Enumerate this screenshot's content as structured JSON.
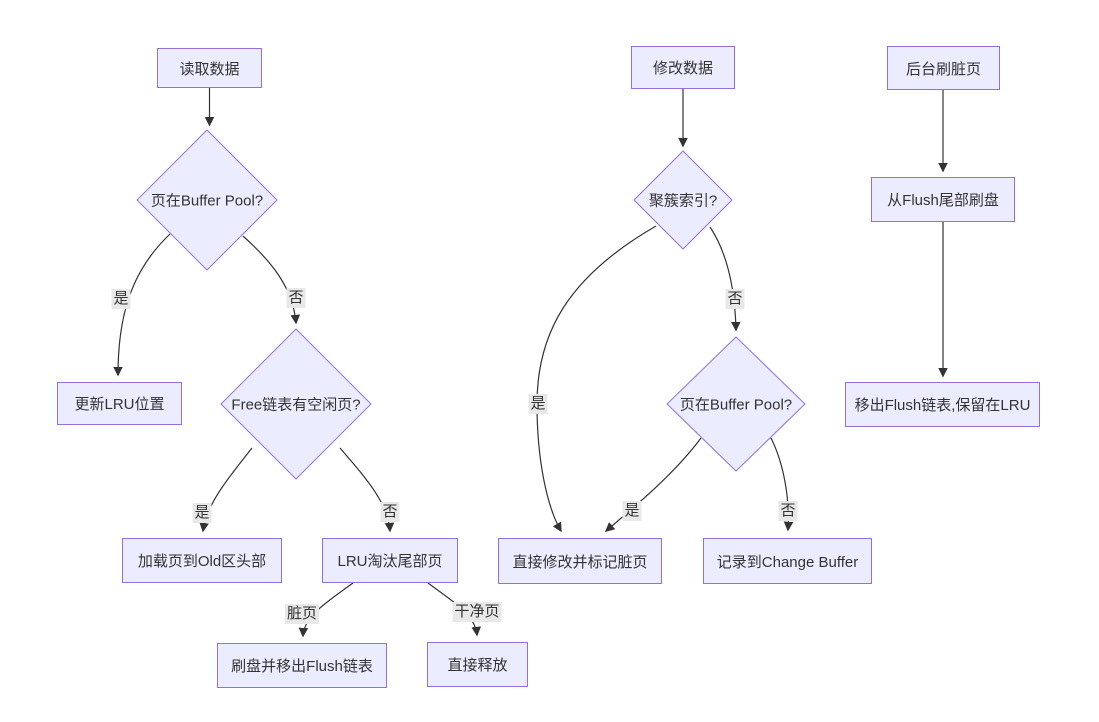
{
  "diagram": {
    "type": "flowchart",
    "colors": {
      "node_fill": "#ECECFF",
      "node_border": "#9370DB",
      "edge_color": "#333333",
      "edge_label_bg": "#e8e8e8",
      "text_color": "#333333",
      "canvas_bg": "#ffffff"
    },
    "nodes": {
      "read_data": {
        "label": "读取数据"
      },
      "page_in_bp_read": {
        "label": "页在Buffer Pool?"
      },
      "update_lru": {
        "label": "更新LRU位置"
      },
      "free_list": {
        "label": "Free链表有空闲页?"
      },
      "load_old_head": {
        "label": "加载页到Old区头部"
      },
      "lru_evict_tail": {
        "label": "LRU淘汰尾部页"
      },
      "flush_remove": {
        "label": "刷盘并移出Flush链表"
      },
      "release": {
        "label": "直接释放"
      },
      "modify_data": {
        "label": "修改数据"
      },
      "clustered_index": {
        "label": "聚簇索引?"
      },
      "page_in_bp_write": {
        "label": "页在Buffer Pool?"
      },
      "modify_mark_dirty": {
        "label": "直接修改并标记脏页"
      },
      "change_buffer": {
        "label": "记录到Change Buffer"
      },
      "bg_flush": {
        "label": "后台刷脏页"
      },
      "flush_from_tail": {
        "label": "从Flush尾部刷盘"
      },
      "remove_flush_keep_lru": {
        "label": "移出Flush链表,保留在LRU"
      }
    },
    "edge_labels": {
      "read_yes": "是",
      "read_no": "否",
      "free_yes": "是",
      "free_no": "否",
      "dirty": "脏页",
      "clean": "干净页",
      "clustered_yes": "是",
      "clustered_no": "否",
      "bp_yes": "是",
      "bp_no": "否"
    }
  }
}
